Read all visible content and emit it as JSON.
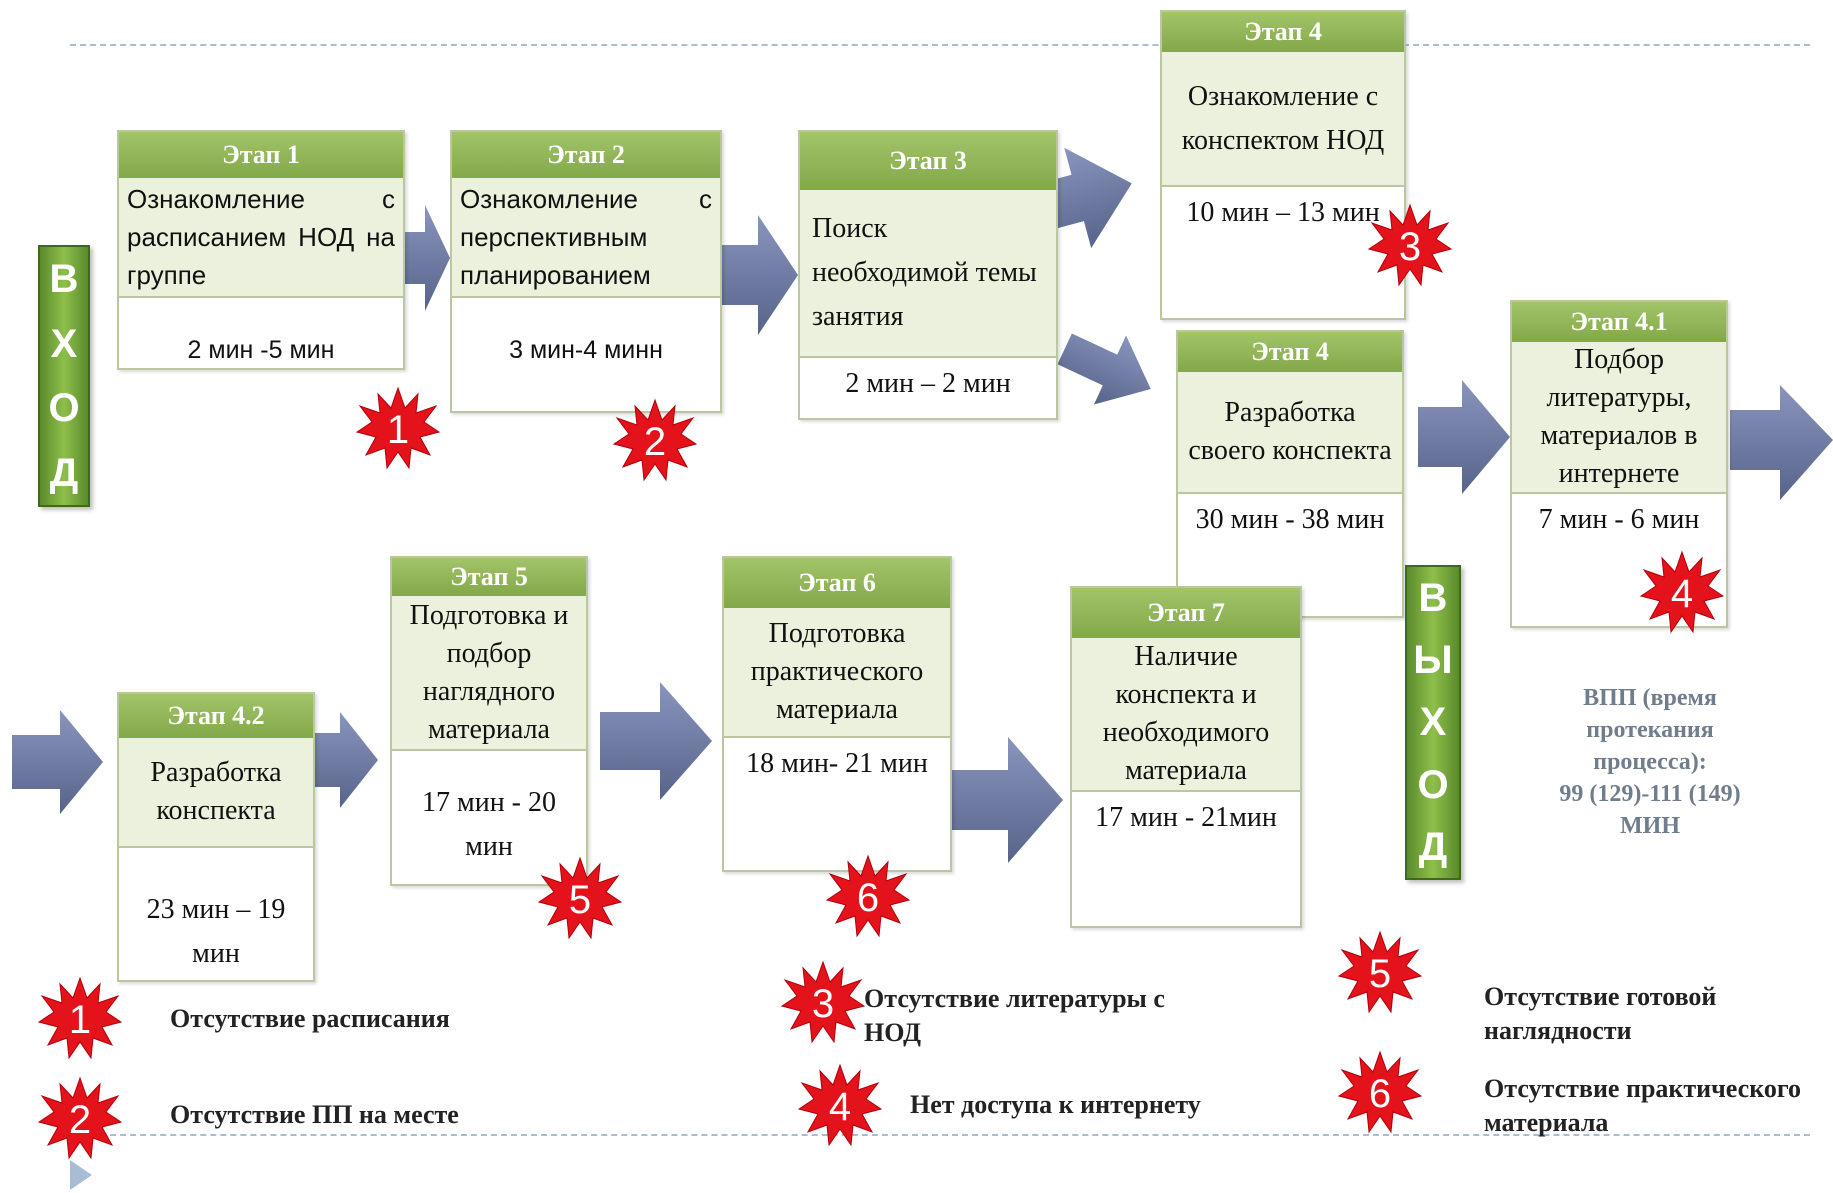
{
  "entrance": {
    "letters": [
      "В",
      "Х",
      "О",
      "Д"
    ]
  },
  "exit": {
    "letters": [
      "В",
      "Ы",
      "Х",
      "О",
      "Д"
    ]
  },
  "stages": {
    "s1": {
      "title": "Этап 1",
      "task": "Ознакомление с расписанием НОД на группе",
      "time": "2 мин -5 мин"
    },
    "s2": {
      "title": "Этап 2",
      "task": "Ознакомление с перспективным планированием",
      "time": "3 мин-4 минн"
    },
    "s3": {
      "title": "Этап 3",
      "task": "Поиск необходимой темы занятия",
      "time": "2 мин – 2 мин"
    },
    "s4a": {
      "title": "Этап 4",
      "task": "Ознакомление с конспектом НОД",
      "time": "10 мин – 13 мин"
    },
    "s4b": {
      "title": "Этап 4",
      "task": "Разработка своего конспекта",
      "time": "30 мин - 38 мин"
    },
    "s41": {
      "title": "Этап 4.1",
      "task": "Подбор литературы, материалов в интернете",
      "time": "7 мин - 6 мин"
    },
    "s42": {
      "title": "Этап 4.2",
      "task": "Разработка конспекта",
      "time": "23 мин – 19 мин"
    },
    "s5": {
      "title": "Этап  5",
      "task": "Подготовка и подбор наглядного материала",
      "time": "17 мин - 20 мин"
    },
    "s6": {
      "title": "Этап 6",
      "task": "Подготовка практического материала",
      "time": "18 мин- 21 мин"
    },
    "s7": {
      "title": "Этап 7",
      "task": "Наличие конспекта и необходимого материала",
      "time": "17 мин - 21мин"
    }
  },
  "problem_markers": [
    "1",
    "2",
    "3",
    "4",
    "5",
    "6"
  ],
  "legend": {
    "l1": "Отсутствие расписания",
    "l2": "Отсутствие ПП на месте",
    "l3": "Отсутствие литературы с НОД",
    "l4": "Нет доступа к интернету",
    "l5": "Отсутствие готовой наглядности",
    "l6": "Отсутствие практического материала"
  },
  "vpp": {
    "label": "ВПП (время протекания процесса):",
    "value": "99 (129)-111 (149) МИН"
  },
  "colors": {
    "header_green": "#92b45a",
    "task_bg": "#ebf1dd",
    "arrow": "#6b78a0",
    "burst": "#e4121b",
    "bar_green": "#6ea13a"
  }
}
